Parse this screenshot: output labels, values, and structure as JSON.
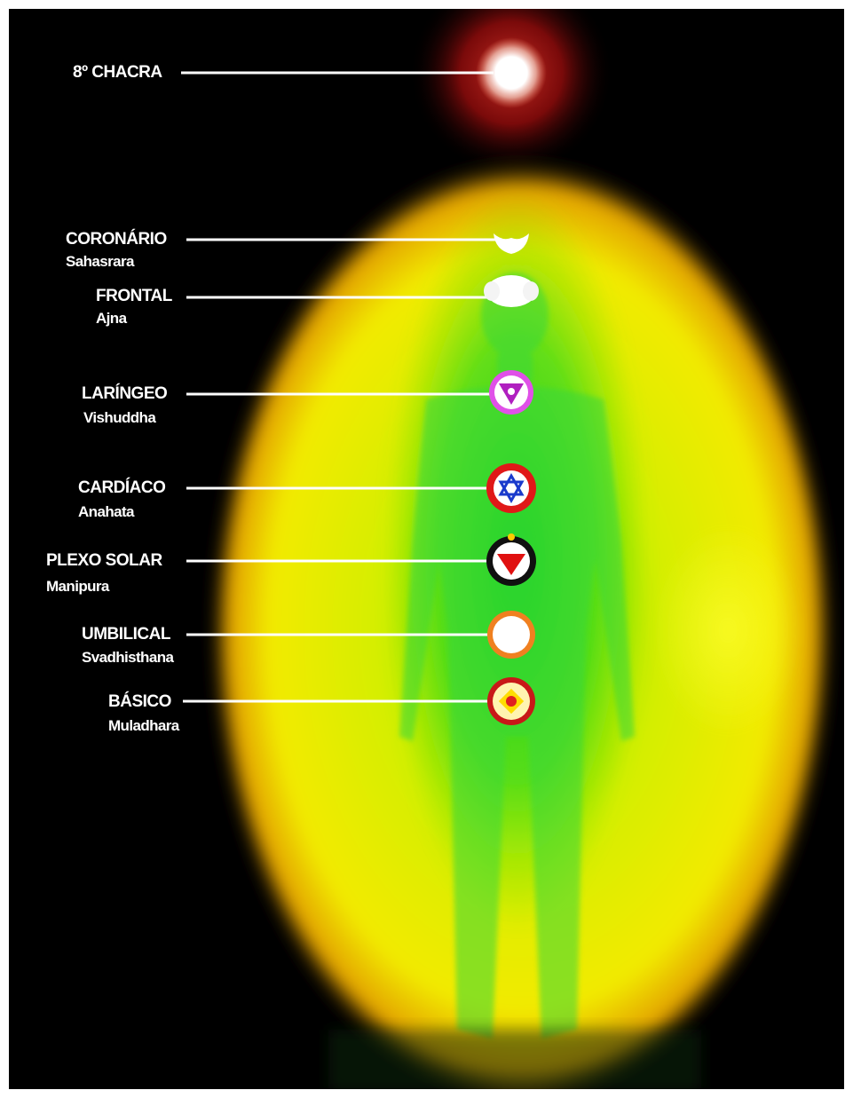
{
  "colors": {
    "background": "#000000",
    "aura_outer": "#f2ea00",
    "aura_edge": "#e2a000",
    "body_green": "#22d022",
    "eighth_chakra_glow": "#7a0a0a",
    "leader_line": "#ffffff"
  },
  "chakras": [
    {
      "name": "8º CHACRA",
      "sanskrit": "",
      "icon": "white-star-glow-icon"
    },
    {
      "name": "CORONÁRIO",
      "sanskrit": "Sahasrara",
      "icon": "crown-lotus-icon"
    },
    {
      "name": "FRONTAL",
      "sanskrit": "Ajna",
      "icon": "white-lotus-icon"
    },
    {
      "name": "LARÍNGEO",
      "sanskrit": "Vishuddha",
      "icon": "throat-triangle-icon"
    },
    {
      "name": "CARDÍACO",
      "sanskrit": "Anahata",
      "icon": "heart-hexagram-icon"
    },
    {
      "name": "PLEXO SOLAR",
      "sanskrit": "Manipura",
      "icon": "solar-triangle-icon"
    },
    {
      "name": "UMBILICAL",
      "sanskrit": "Svadhisthana",
      "icon": "sacral-circle-icon"
    },
    {
      "name": "BÁSICO",
      "sanskrit": "Muladhara",
      "icon": "root-square-icon"
    }
  ]
}
